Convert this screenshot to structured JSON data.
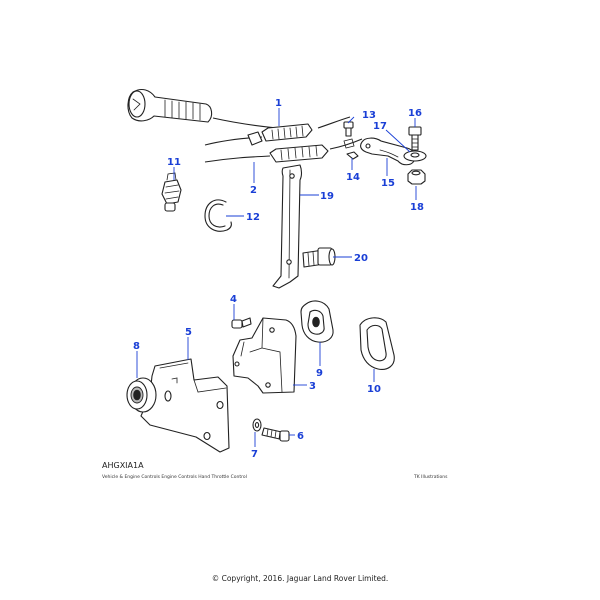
{
  "diagram": {
    "code": "AHGXIA1A",
    "caption": "Vehicle & Engine Controls Engine Controls Hand Throttle Control",
    "credit": "TK Illustrations",
    "copyright": "© Copyright, 2016. Jaguar Land Rover Limited.",
    "callouts": [
      "1",
      "2",
      "3",
      "4",
      "5",
      "6",
      "7",
      "8",
      "9",
      "10",
      "11",
      "12",
      "13",
      "14",
      "15",
      "16",
      "17",
      "18",
      "19",
      "20"
    ],
    "callout_color": "#1a3fd6",
    "line_color": "#222222"
  }
}
